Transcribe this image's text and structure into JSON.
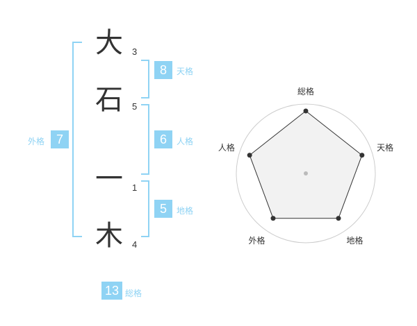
{
  "name": {
    "characters": [
      {
        "char": "大",
        "strokes": "3"
      },
      {
        "char": "石",
        "strokes": "5"
      },
      {
        "char": "一",
        "strokes": "1"
      },
      {
        "char": "木",
        "strokes": "4"
      }
    ]
  },
  "fortunes": {
    "ten": {
      "value": "8",
      "label": "天格"
    },
    "jin": {
      "value": "6",
      "label": "人格"
    },
    "chi": {
      "value": "5",
      "label": "地格"
    },
    "gai": {
      "value": "7",
      "label": "外格"
    },
    "sou": {
      "value": "13",
      "label": "総格"
    }
  },
  "radar": {
    "labels": [
      "総格",
      "天格",
      "地格",
      "外格",
      "人格"
    ],
    "values": [
      0.9,
      0.85,
      0.8,
      0.8,
      0.85
    ],
    "rings": 4,
    "colors": {
      "line": "#333333",
      "fill": "#f0f0f0",
      "grid": "#cccccc",
      "center": "#bbbbbb"
    }
  }
}
